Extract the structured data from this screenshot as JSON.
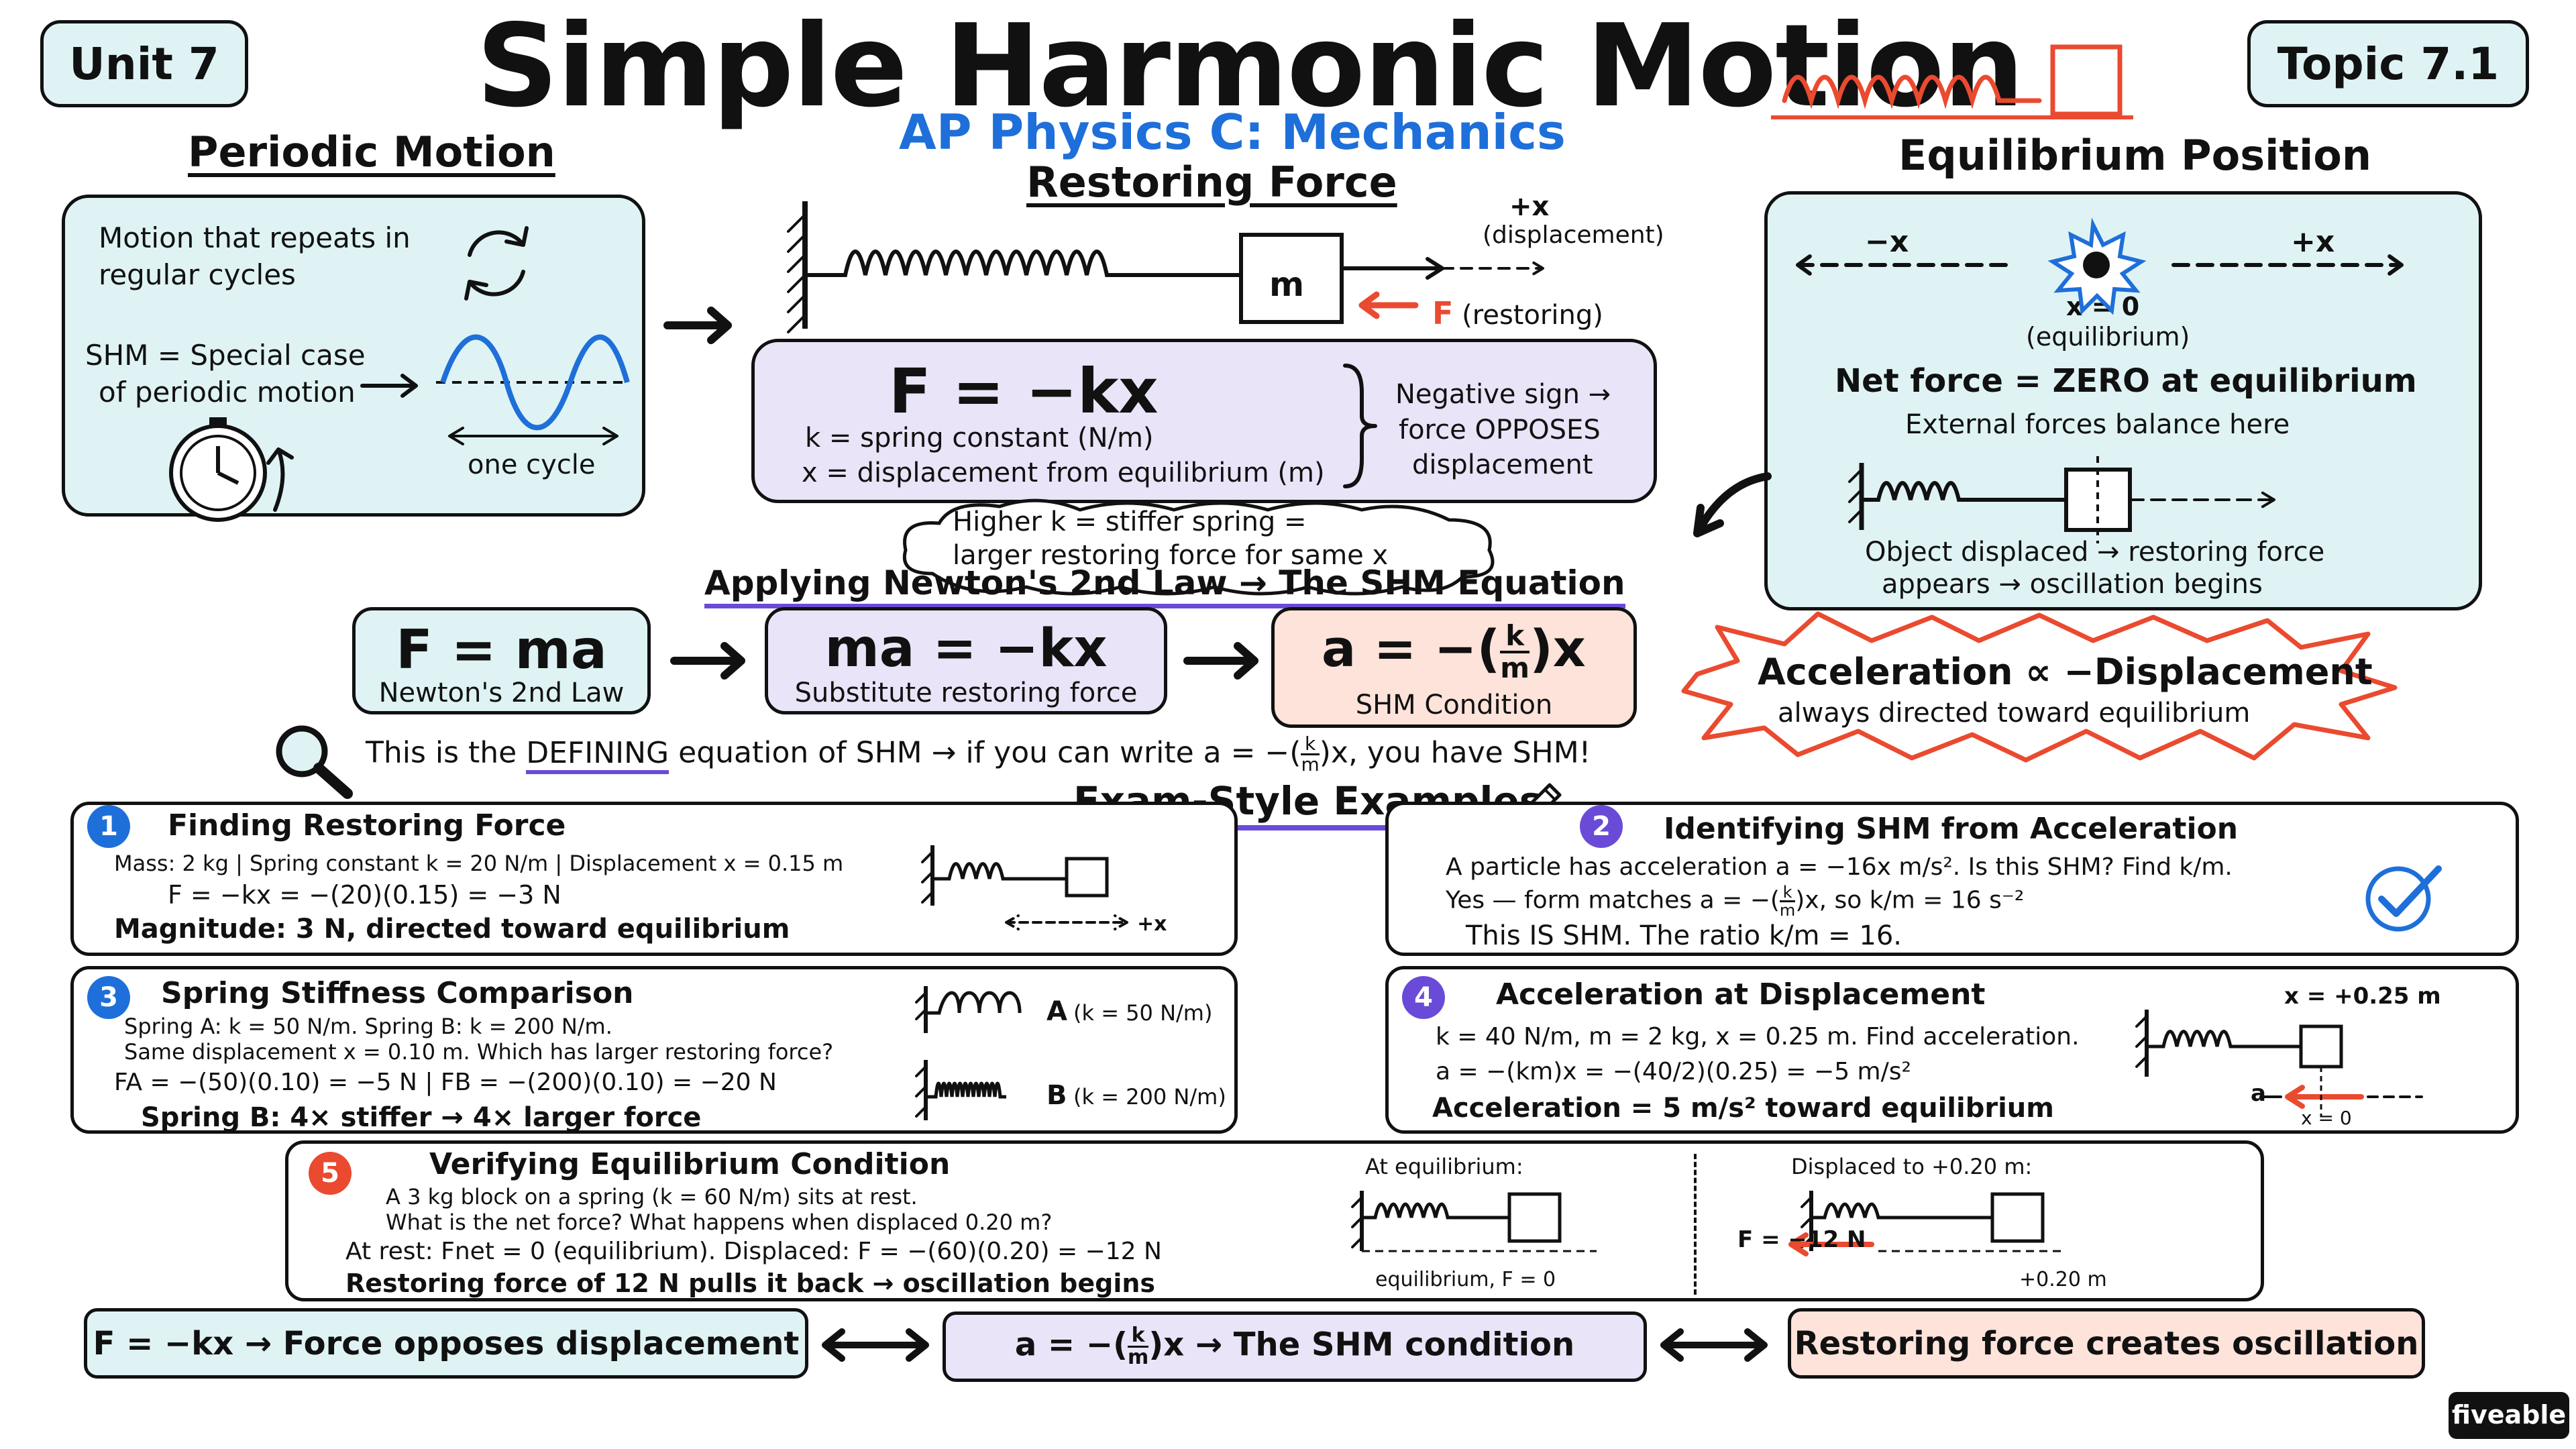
{
  "header": {
    "unit_label": "Unit 7",
    "title": "Simple Harmonic Motion",
    "subtitle": "AP Physics C: Mechanics",
    "topic_label": "Topic 7.1"
  },
  "periodic_motion": {
    "heading": "Periodic Motion",
    "line1a": "Motion that repeats in",
    "line1b": "regular cycles",
    "line2a": "SHM = Special case",
    "line2b": "of periodic motion",
    "cycle_label": "one cycle"
  },
  "restoring_force": {
    "heading": "Restoring Force",
    "mass_label": "m",
    "plus_x": "+x",
    "displacement_label": "(displacement)",
    "force_label": "F",
    "restoring_label": "(restoring)",
    "equation": "F = −kx",
    "k_def": "k = spring constant (N/m)",
    "x_def": "x = displacement from equilibrium (m)",
    "neg_a": "Negative sign →",
    "neg_b": "force OPPOSES",
    "neg_c": "displacement",
    "cloud_a": "Higher k = stiffer spring =",
    "cloud_b": "larger restoring force for same x"
  },
  "equilibrium": {
    "heading": "Equilibrium Position",
    "minus_x": "−x",
    "plus_x": "+x",
    "x0": "x = 0",
    "x0_sub": "(equilibrium)",
    "net_force": "Net force = ZERO at equilibrium",
    "balance": "External forces balance here",
    "displaced_a": "Object displaced → restoring force",
    "displaced_b": "appears → oscillation begins"
  },
  "newton": {
    "heading": "Applying Newton's 2nd Law → The SHM Equation",
    "box1_eq": "F = ma",
    "box1_sub": "Newton's 2nd Law",
    "box2_eq": "ma = −kx",
    "box2_sub": "Substitute restoring force",
    "box3_eq_a": "a = −(",
    "box3_eq_b": ")x",
    "frac_num": "k",
    "frac_den": "m",
    "box3_sub": "SHM Condition",
    "burst_a": "Acceleration ∝ −Displacement",
    "burst_b": "always directed toward equilibrium",
    "defining_a": "This is the",
    "defining_b": "DEFINING",
    "defining_c": "equation of SHM → if you can write a = −(",
    "defining_d": ")x, you have SHM!"
  },
  "examples": {
    "heading": "Exam-Style Examples",
    "ex1": {
      "num": "1",
      "title": "Finding Restoring Force",
      "line1": "Mass: 2 kg | Spring constant k = 20 N/m | Displacement x = 0.15 m",
      "line2": "F = −kx = −(20)(0.15) = −3 N",
      "line3": "Magnitude: 3 N, directed toward equilibrium",
      "fig_label": "+x"
    },
    "ex2": {
      "num": "2",
      "title": "Identifying SHM from Acceleration",
      "line1": "A particle has acceleration a = −16x m/s². Is this SHM? Find k/m.",
      "line2a": "Yes — form matches a = −(",
      "line2b": ")x, so k/m = 16 s⁻²",
      "line3": "This IS SHM. The ratio k/m = 16."
    },
    "ex3": {
      "num": "3",
      "title": "Spring Stiffness Comparison",
      "line1": "Spring A: k = 50 N/m. Spring B: k = 200 N/m.",
      "line2": "Same displacement x = 0.10 m. Which has larger restoring force?",
      "line3": "FA = −(50)(0.10) = −5 N | FB = −(200)(0.10) = −20 N",
      "line4": "Spring B: 4× stiffer → 4× larger force",
      "spring_a": "A",
      "spring_a_k": "(k = 50 N/m)",
      "spring_b": "B",
      "spring_b_k": "(k = 200 N/m)"
    },
    "ex4": {
      "num": "4",
      "title": "Acceleration at Displacement",
      "line1": "k = 40 N/m, m = 2 kg, x = 0.25 m. Find acceleration.",
      "line2": "a = −(km)x = −(40/2)(0.25) = −5 m/s²",
      "line3": "Acceleration = 5 m/s² toward equilibrium",
      "fig_top": "x = +0.25 m",
      "fig_a": "a",
      "fig_x0": "x = 0"
    },
    "ex5": {
      "num": "5",
      "title": "Verifying Equilibrium Condition",
      "line1": "A 3 kg block on a spring (k = 60 N/m) sits at rest.",
      "line2": "What is the net force? What happens when displaced 0.20 m?",
      "line3": "At rest: Fnet = 0 (equilibrium). Displaced: F = −(60)(0.20) = −12 N",
      "line4": "Restoring force of 12 N pulls it back → oscillation begins",
      "fig1_title": "At equilibrium:",
      "fig1_label": "equilibrium, F = 0",
      "fig2_title": "Displaced to +0.20 m:",
      "fig2_force": "F = −12 N",
      "fig2_label": "+0.20 m"
    }
  },
  "summary": {
    "s1": "F = −kx → Force opposes displacement",
    "s2a": "a = −(",
    "s2b": ")x → The SHM condition",
    "s3": "Restoring force creates oscillation"
  },
  "brand": "fiveable",
  "colors": {
    "cyan": "#dff3f4",
    "lavender": "#e9e4f7",
    "peach": "#fde3da",
    "blue": "#1e6fd9",
    "red": "#ea4a2f",
    "purple": "#6a4bd8"
  }
}
